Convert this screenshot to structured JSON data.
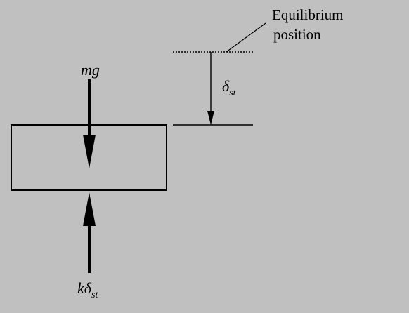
{
  "labels": {
    "equilibrium_line1": "Equilibrium",
    "equilibrium_line2": "position",
    "weight": "mg",
    "static_deflection_symbol": "δ",
    "static_deflection_sub": "st",
    "spring_force_k": "k",
    "spring_force_symbol": "δ",
    "spring_force_sub": "st"
  },
  "colors": {
    "background": "#c0c0c0",
    "ink": "#000000"
  }
}
